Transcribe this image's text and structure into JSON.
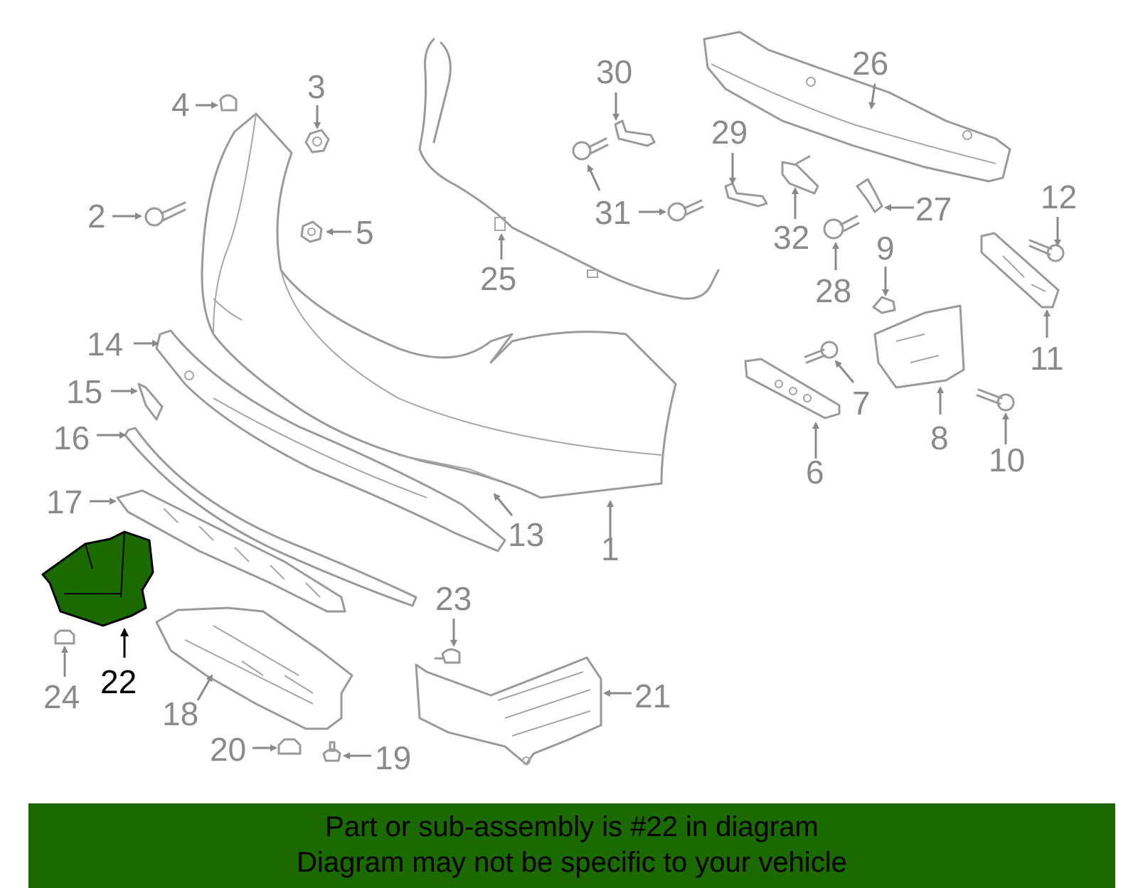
{
  "colors": {
    "line": "#9a9a9a",
    "label": "#8a8a8a",
    "highlight_fill": "#1a6a00",
    "highlight_label": "#000000",
    "banner_bg": "#1a6a00"
  },
  "highlighted_part": "22",
  "callouts": {
    "c1": "1",
    "c2": "2",
    "c3": "3",
    "c4": "4",
    "c5": "5",
    "c6": "6",
    "c7": "7",
    "c8": "8",
    "c9": "9",
    "c10": "10",
    "c11": "11",
    "c12": "12",
    "c13": "13",
    "c14": "14",
    "c15": "15",
    "c16": "16",
    "c17": "17",
    "c18": "18",
    "c19": "19",
    "c20": "20",
    "c21": "21",
    "c22": "22",
    "c23": "23",
    "c24": "24",
    "c25": "25",
    "c26": "26",
    "c27": "27",
    "c28": "28",
    "c29": "29",
    "c30": "30",
    "c31": "31",
    "c32": "32"
  },
  "banner": {
    "line1": "Part or sub-assembly is #22 in diagram",
    "line2": "Diagram may not be specific to your vehicle"
  }
}
